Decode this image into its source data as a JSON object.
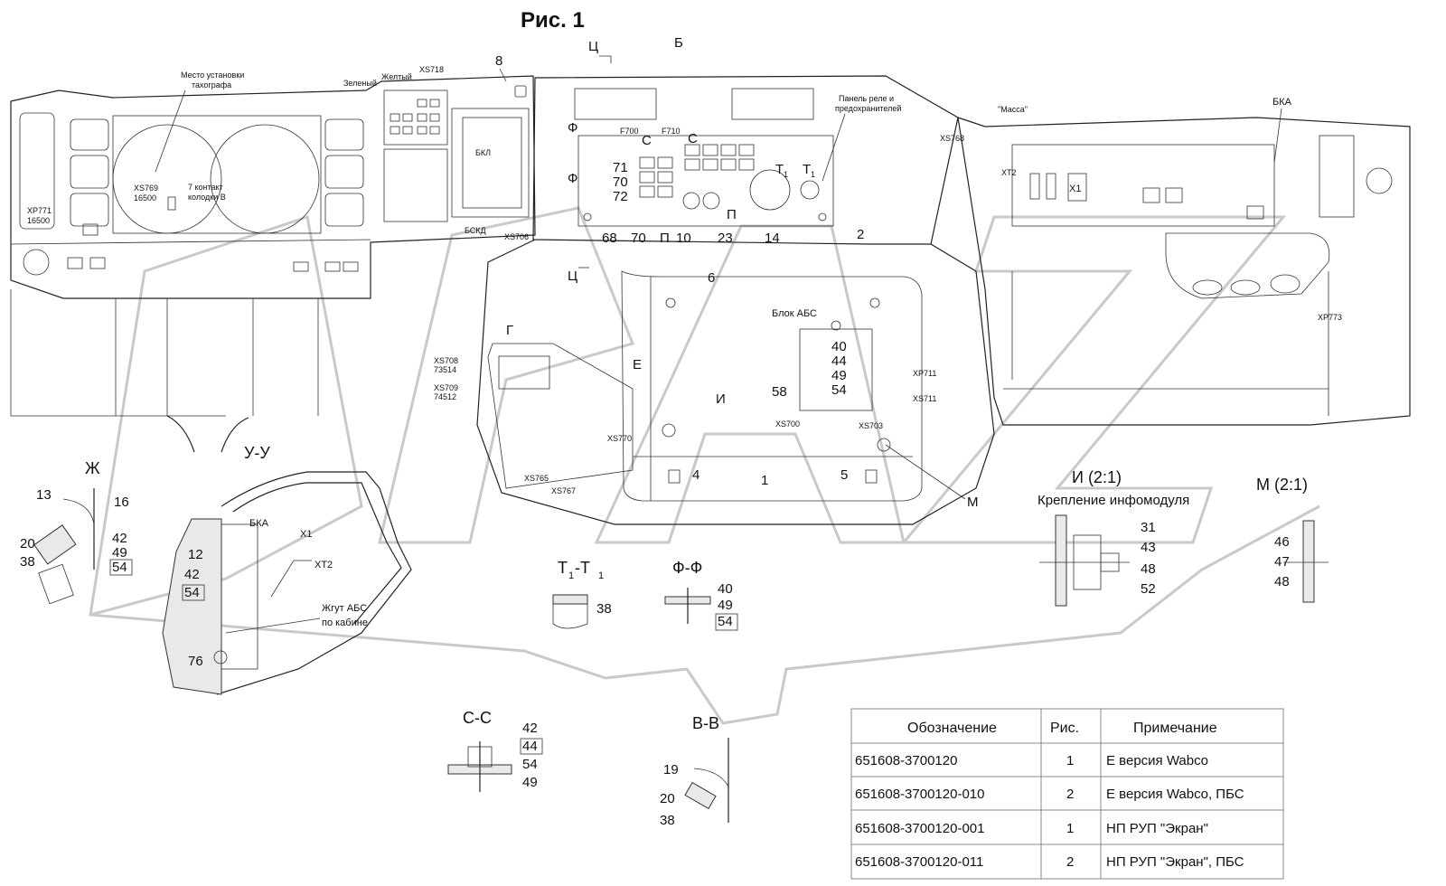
{
  "figure": {
    "title": "Рис. 1",
    "views": {
      "ts": "Ц",
      "b": "Б",
      "f": "Ф",
      "s": "С",
      "t": "Т",
      "t1": "1",
      "p": "П",
      "ts2": "Ц",
      "g": "Г",
      "e": "Е",
      "i": "И",
      "m": "М",
      "uu": "У-У",
      "zh": "Ж"
    },
    "callouts": {
      "mesto": "Место установки",
      "tachograph": "тахографа",
      "zeleny": "Зеленый",
      "zhelty": "Желтый",
      "xs718": "XS718",
      "bkl": "БКЛ",
      "bskd": "БСКД",
      "xs706": "XS706",
      "xs769": "XS769",
      "c16500": "16500",
      "kontakt": "7 контакт",
      "kolodki": "колодки В",
      "xp771": "XP771",
      "xp771b": "16500",
      "f700": "F700",
      "f710": "F710",
      "panel": "Панель реле и",
      "predohr": "предохранителей",
      "massa": "\"Масса\"",
      "xs768": "XS768",
      "xt2": "XT2",
      "x1": "X1",
      "bka": "БКА",
      "xp773": "XP773",
      "blok_abs": "Блок АБС",
      "xs708": "XS708",
      "c73514": "73514",
      "xs709": "XS709",
      "c74512": "74512",
      "xs765": "XS765",
      "xs767": "XS767",
      "xs770": "XS770",
      "xs700": "XS700",
      "xs703": "XS703",
      "xp711": "XP711",
      "xs711": "XS711",
      "bka2": "БКА",
      "x1b": "X1",
      "xt2b": "XT2",
      "zhgut": "Жгут АБС",
      "po_kabine": "по кабине"
    },
    "numbers": {
      "n8": "8",
      "n71": "71",
      "n70a": "70",
      "n72": "72",
      "n68": "68",
      "n70b": "70",
      "n10": "10",
      "n23": "23",
      "n14": "14",
      "n2": "2",
      "n6": "6",
      "n40": "40",
      "n44": "44",
      "n49": "49",
      "n54": "54",
      "n58": "58",
      "n4": "4",
      "n1": "1",
      "n5": "5",
      "n13": "13",
      "n16": "16",
      "n20": "20",
      "n38": "38",
      "n42": "42",
      "n49b": "49",
      "n54b": "54",
      "n12": "12",
      "n42b": "42",
      "n54c": "54",
      "n76": "76"
    },
    "details": {
      "t1t1": "Т",
      "t1t1_sub": "1",
      "t1t1_dash": "-Т",
      "t1t1_n38": "38",
      "ff": "Ф-Ф",
      "ff_n40": "40",
      "ff_n49": "49",
      "ff_n54": "54",
      "i21": "И (2:1)",
      "i21_caption": "Крепление инфомодуля",
      "i21_n31": "31",
      "i21_n43": "43",
      "i21_n48": "48",
      "i21_n52": "52",
      "m21": "М (2:1)",
      "m21_n46": "46",
      "m21_n47": "47",
      "m21_n48": "48",
      "ss": "С-С",
      "ss_n42": "42",
      "ss_n44": "44",
      "ss_n54": "54",
      "ss_n49": "49",
      "vv": "В-В",
      "vv_n19": "19",
      "vv_n20": "20",
      "vv_n38": "38"
    }
  },
  "table": {
    "headers": [
      "Обозначение",
      "Рис.",
      "Примечание"
    ],
    "rows": [
      [
        "651608-3700120",
        "1",
        "Е версия Wabco"
      ],
      [
        "651608-3700120-010",
        "2",
        "Е версия Wabco, ПБС"
      ],
      [
        "651608-3700120-001",
        "1",
        "НП РУП \"Экран\""
      ],
      [
        "651608-3700120-011",
        "2",
        "НП РУП \"Экран\", ПБС"
      ]
    ]
  },
  "watermark": "OPAZ"
}
